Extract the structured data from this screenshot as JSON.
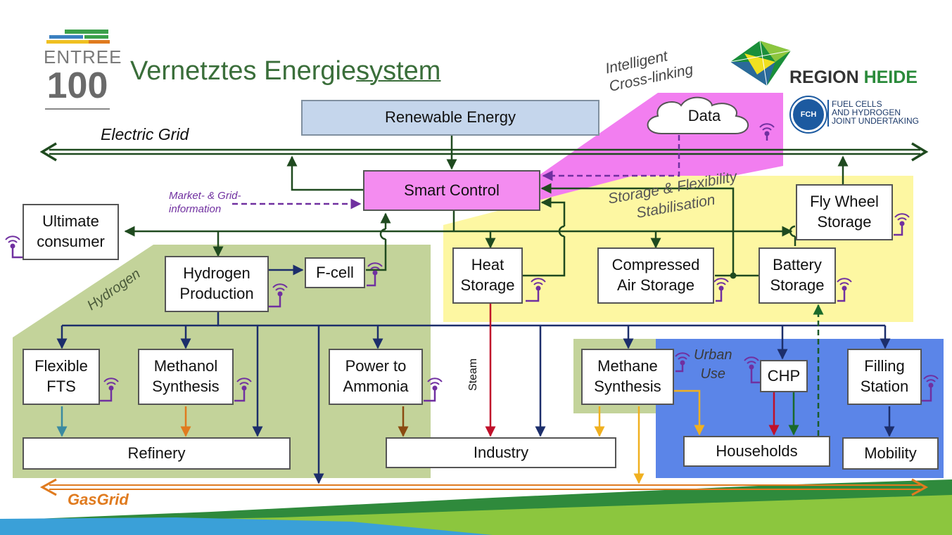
{
  "header": {
    "logo_top": "ENTREE",
    "logo_bottom": "100",
    "title_part1": "Vernetztes Energie",
    "title_part2": "system",
    "region_heide": "REGION HEIDE",
    "region_heide_part1": "REGION ",
    "region_heide_part2": "HEIDE",
    "fch_badge": "FCH",
    "fch_line1": "FUEL CELLS",
    "fch_line2": "AND HYDROGEN",
    "fch_line3": "JOINT UNDERTAKING"
  },
  "labels": {
    "electric_grid": "Electric Grid",
    "gas_grid": "GasGrid",
    "intelligent": "Intelligent\nCross-linking",
    "market_info": "Market- & Grid-\ninformation",
    "storage_flex": "Storage & Flexibility\nStabilisation",
    "hydrogen": "Hydrogen",
    "urban_use": "Urban\nUse",
    "steam": "Steam"
  },
  "nodes": {
    "renewable": "Renewable Energy",
    "data": "Data",
    "smart_control": "Smart Control",
    "ultimate_consumer": "Ultimate\nconsumer",
    "hydrogen_production": "Hydrogen\nProduction",
    "fcell": "F-cell",
    "heat_storage": "Heat\nStorage",
    "compressed_air": "Compressed\nAir Storage",
    "battery_storage": "Battery\nStorage",
    "fly_wheel": "Fly Wheel\nStorage",
    "flexible_fts": "Flexible\nFTS",
    "methanol": "Methanol\nSynthesis",
    "power_to_ammonia": "Power to\nAmmonia",
    "methane": "Methane\nSynthesis",
    "chp": "CHP",
    "filling_station": "Filling\nStation",
    "refinery": "Refinery",
    "industry": "Industry",
    "households": "Households",
    "mobility": "Mobility"
  },
  "colors": {
    "electric": "#1f4a1f",
    "hydrogen_line": "#1c2e6b",
    "gas": "#e07b1f",
    "data_purple": "#7030a0",
    "region_green": "#c3d39a",
    "region_yellow": "#fdf7a2",
    "region_pink": "#f27ef0",
    "region_blue": "#5b85e8",
    "smart_control_fill": "#f48cf0",
    "renewable_fill": "#c5d6ec"
  }
}
